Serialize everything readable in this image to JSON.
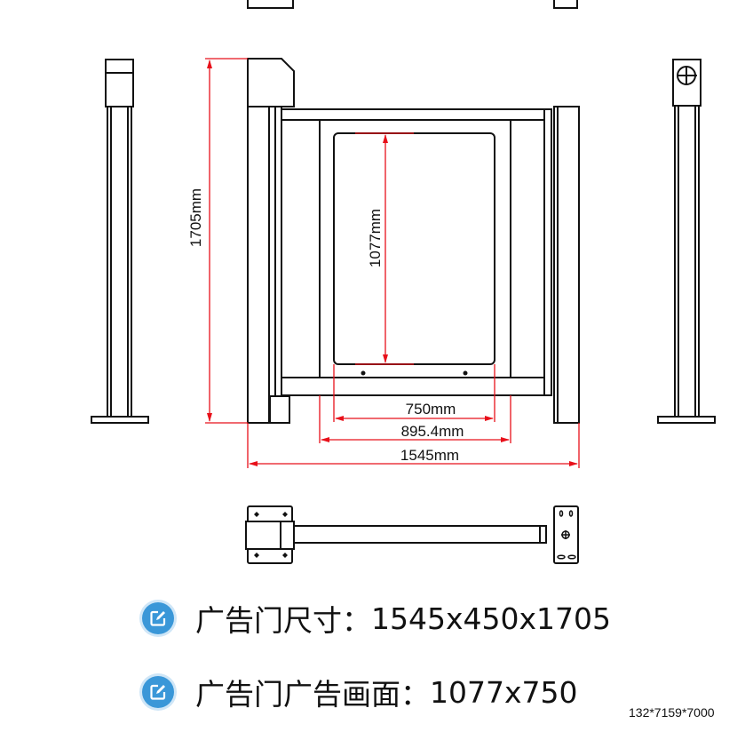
{
  "drawing": {
    "dimensions": {
      "height_total": "1705mm",
      "screen_height": "1077mm",
      "screen_width": "750mm",
      "panel_width": "895.4mm",
      "total_width": "1545mm"
    },
    "line_color": "#111111",
    "dimension_color": "#e8101a"
  },
  "specs": [
    {
      "icon": "edit-icon",
      "label": "广告门尺寸：",
      "value": "1545x450x1705"
    },
    {
      "icon": "edit-icon",
      "label": "广告门广告画面：",
      "value": "1077x750"
    }
  ],
  "model_code": "132*7159*7000",
  "icon_color": "#3a97d8"
}
